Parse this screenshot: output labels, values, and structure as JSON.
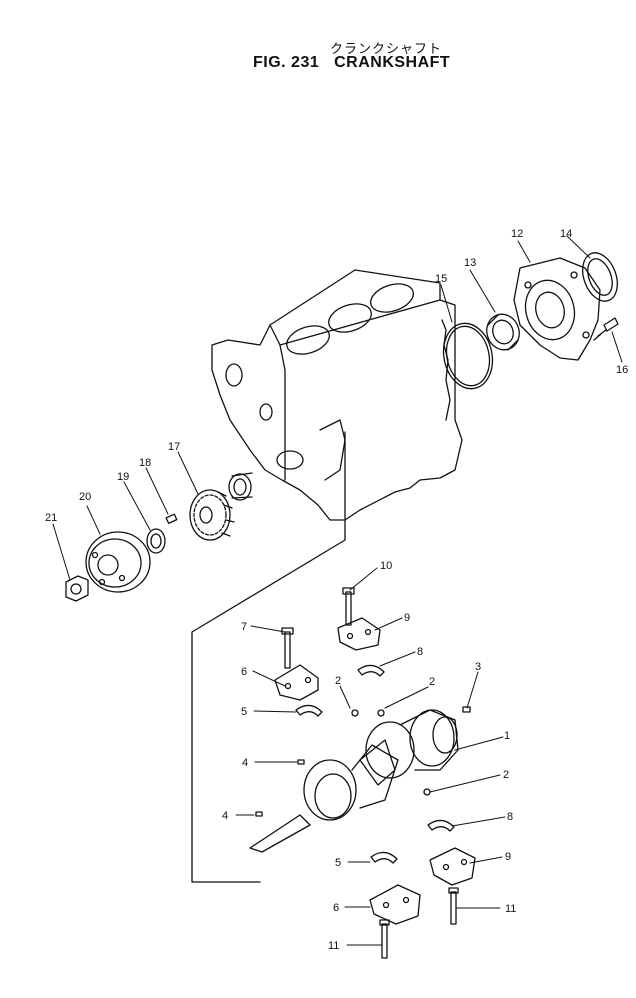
{
  "title": {
    "japanese": "クランクシャフト",
    "figure": "FIG. 231",
    "name": "CRANKSHAFT"
  },
  "callouts": [
    {
      "id": "c1",
      "label": "1"
    },
    {
      "id": "c2a",
      "label": "2"
    },
    {
      "id": "c2b",
      "label": "2"
    },
    {
      "id": "c2c",
      "label": "2"
    },
    {
      "id": "c3",
      "label": "3"
    },
    {
      "id": "c4a",
      "label": "4"
    },
    {
      "id": "c4b",
      "label": "4"
    },
    {
      "id": "c5a",
      "label": "5"
    },
    {
      "id": "c5b",
      "label": "5"
    },
    {
      "id": "c6a",
      "label": "6"
    },
    {
      "id": "c6b",
      "label": "6"
    },
    {
      "id": "c7",
      "label": "7"
    },
    {
      "id": "c8a",
      "label": "8"
    },
    {
      "id": "c8b",
      "label": "8"
    },
    {
      "id": "c9a",
      "label": "9"
    },
    {
      "id": "c9b",
      "label": "9"
    },
    {
      "id": "c10",
      "label": "10"
    },
    {
      "id": "c11a",
      "label": "11"
    },
    {
      "id": "c11b",
      "label": "11"
    },
    {
      "id": "c12",
      "label": "12"
    },
    {
      "id": "c13",
      "label": "13"
    },
    {
      "id": "c14",
      "label": "14"
    },
    {
      "id": "c15",
      "label": "15"
    },
    {
      "id": "c16",
      "label": "16"
    },
    {
      "id": "c17",
      "label": "17"
    },
    {
      "id": "c18",
      "label": "18"
    },
    {
      "id": "c19",
      "label": "19"
    },
    {
      "id": "c20",
      "label": "20"
    },
    {
      "id": "c21",
      "label": "21"
    }
  ]
}
